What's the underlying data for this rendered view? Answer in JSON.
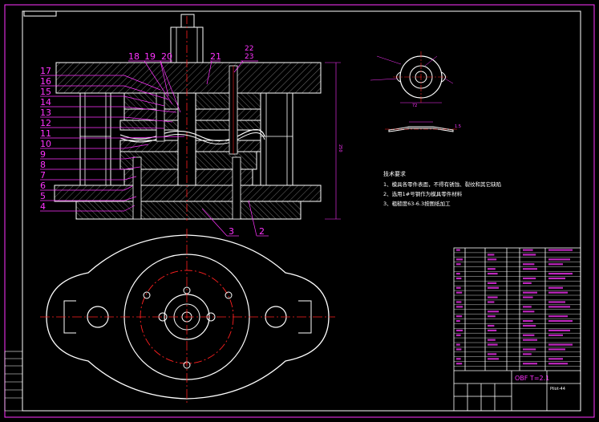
{
  "colors": {
    "background": "#000000",
    "outline": "#ffffff",
    "leaders": "#ff33ff",
    "centerlines": "#ff2020",
    "hatch": "#8a8a8a",
    "text": "#ff33ff"
  },
  "part_numbers": {
    "left": [
      "17",
      "16",
      "15",
      "14",
      "13",
      "12",
      "11",
      "10",
      "9",
      "8",
      "7",
      "6",
      "5",
      "4"
    ],
    "top": [
      "18",
      "19",
      "20",
      "21",
      "22",
      "23"
    ],
    "bottom": [
      "3",
      "2"
    ]
  },
  "dims": {
    "height": "250",
    "part_diam": "72",
    "t": "1.5"
  },
  "tech_notes": {
    "title": "技术要求",
    "lines": [
      "1、模具各零件表面，不得有锈蚀、裂纹和其它缺陷",
      "2、选用1#号钢作为模具零件材料",
      "3、粗糙度63-6.3按图纸加工"
    ]
  },
  "title_block": {
    "part_name": "OBF  T=2.1",
    "drawing_no": "Pilot-44"
  }
}
